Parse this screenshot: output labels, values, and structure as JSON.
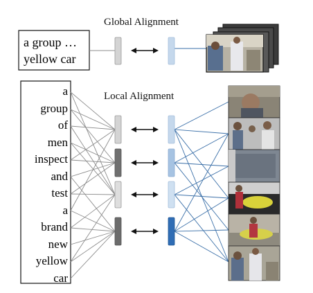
{
  "global": {
    "title": "Global Alignment",
    "sentence_lines": [
      "a group …",
      "yellow car"
    ]
  },
  "local": {
    "title": "Local Alignment",
    "words": [
      "a",
      "group",
      "of",
      "men",
      "inspect",
      "and",
      "test",
      "a",
      "brand",
      "new",
      "yellow",
      "car"
    ]
  },
  "colors": {
    "text_line": "#8c8c8c",
    "video_line": "#3a6fa8",
    "text_feat_light": "#d4d4d4",
    "text_feat_dark": "#707070",
    "video_feat_light": "#c5d8ec",
    "video_feat_dark": "#2f6db5",
    "arrow": "#111111"
  },
  "icons": [
    "double-arrow-icon",
    "video-frame-icon"
  ]
}
